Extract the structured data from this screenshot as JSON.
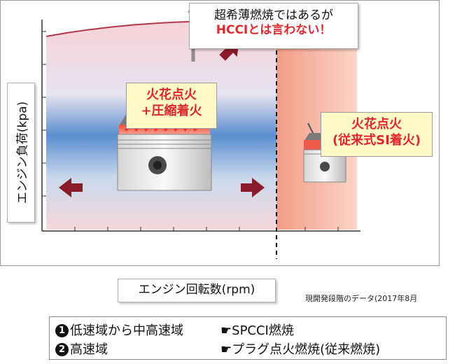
{
  "top_callout": {
    "line1": "超希薄燃焼ではあるが",
    "line2": "HCCIとは言わない！"
  },
  "region_a": {
    "line1": "火花点火",
    "line2": "+圧縮着火"
  },
  "region_b": {
    "line1": "火花点火",
    "line2": "(従来式SI着火)"
  },
  "axes": {
    "ylabel": "エンジン負荷(kpa)",
    "xlabel": "エンジン回転数(rpm)"
  },
  "source_note": "現開発段階のデータ(2017年8月",
  "legend": {
    "row1_num": "1",
    "row1_label": "低速域から中高速域",
    "row1_value": "SPCCI燃焼",
    "row2_num": "2",
    "row2_label": "高速域",
    "row2_value": "プラグ点火燃焼(従来燃焼)",
    "pointer": "☛"
  },
  "colors": {
    "accent_red": "#e0282c",
    "arrow_red": "#8b1a2a",
    "region_a_pink": "#f6d3d8",
    "region_a_blue": "#5a8ed0",
    "region_b_salmon": "#f2a58e",
    "curve": "#b3374a"
  }
}
